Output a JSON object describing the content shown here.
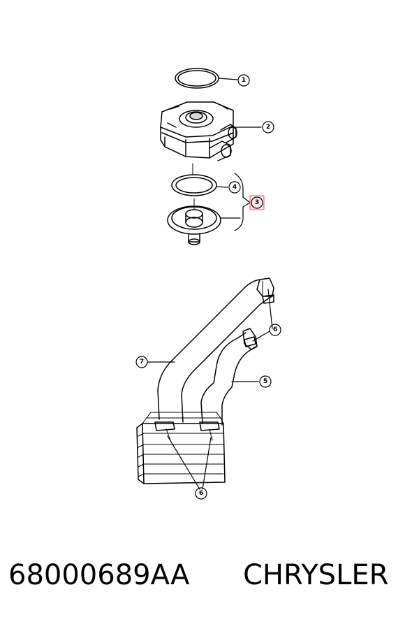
{
  "diagram": {
    "callouts": [
      {
        "id": "c1",
        "label": "1"
      },
      {
        "id": "c2",
        "label": "2"
      },
      {
        "id": "c3",
        "label": "3"
      },
      {
        "id": "c4",
        "label": "4"
      },
      {
        "id": "c5",
        "label": "5"
      },
      {
        "id": "c6a",
        "label": "6"
      },
      {
        "id": "c6b",
        "label": "6"
      },
      {
        "id": "c7",
        "label": "7"
      }
    ],
    "highlight_color": "#e06070"
  },
  "footer": {
    "part_number": "68000689AA",
    "brand": "CHRYSLER"
  }
}
